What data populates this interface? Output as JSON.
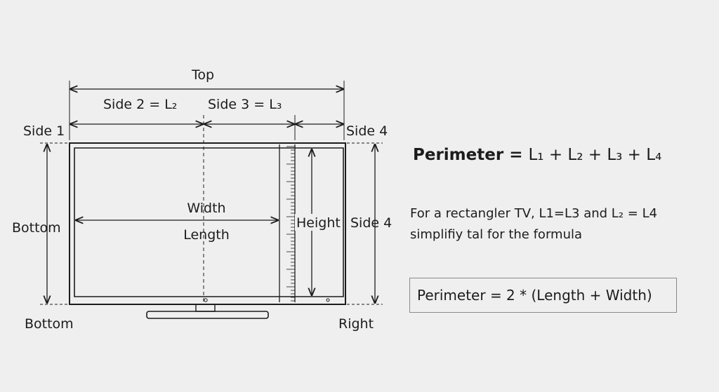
{
  "labels": {
    "top": "Top",
    "side2": "Side 2 = L₂",
    "side3": "Side 3 = L₃",
    "side1": "Side 1",
    "side4_top": "Side 4",
    "bottom_left": "Bottom",
    "bottom_corner": "Bottom",
    "width": "Width",
    "length": "Length",
    "height": "Height",
    "side4_right": "Side 4",
    "right": "Right"
  },
  "formula": {
    "prefix": "Perimeter = ",
    "terms": "L₁ + L₂ + L₃ + L₄"
  },
  "note": {
    "line1": "For a rectangler TV, L1=L3 and L₂ = L4",
    "line2": "simplifiy tal for the formula"
  },
  "simplified": {
    "text": "Perimeter = 2 * (Length + Width)"
  },
  "colors": {
    "ink": "#1c1c1c",
    "background": "#efefef",
    "box_border": "#8a8a8a"
  }
}
